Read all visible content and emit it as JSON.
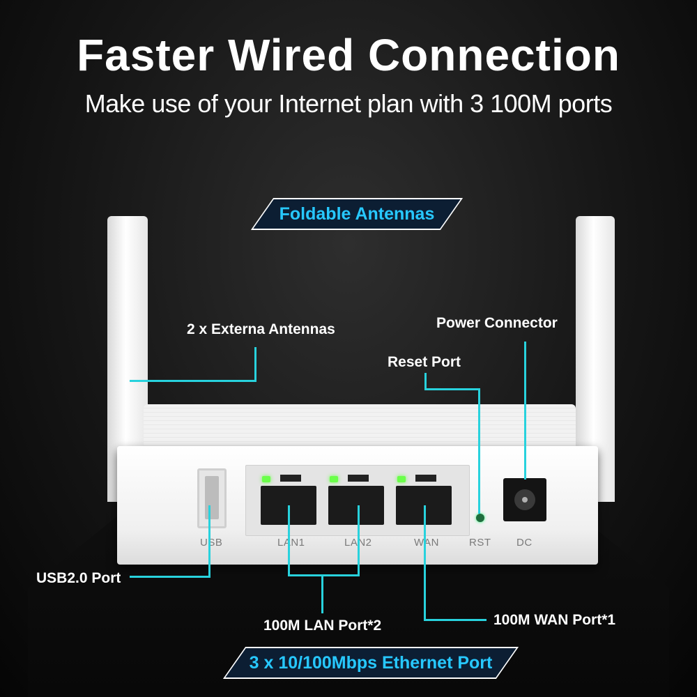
{
  "header": {
    "title": "Faster Wired Connection",
    "subtitle": "Make use of your Internet plan with 3 100M ports"
  },
  "banners": {
    "top": "Foldable Antennas",
    "bottom": "3 x 10/100Mbps Ethernet Port"
  },
  "callouts": {
    "antennas": "2 x Externa Antennas",
    "power": "Power Connector",
    "reset": "Reset Port",
    "usb": "USB2.0 Port",
    "lan": "100M LAN Port*2",
    "wan": "100M WAN Port*1"
  },
  "router_labels": {
    "usb": "USB",
    "lan1": "LAN1",
    "lan2": "LAN2",
    "wan": "WAN",
    "rst": "RST",
    "dc": "DC"
  },
  "colors": {
    "accent_line": "#28d2dd",
    "banner_text": "#27c8ff",
    "banner_bg": "#0c1e33",
    "led": "#6bff4a"
  }
}
